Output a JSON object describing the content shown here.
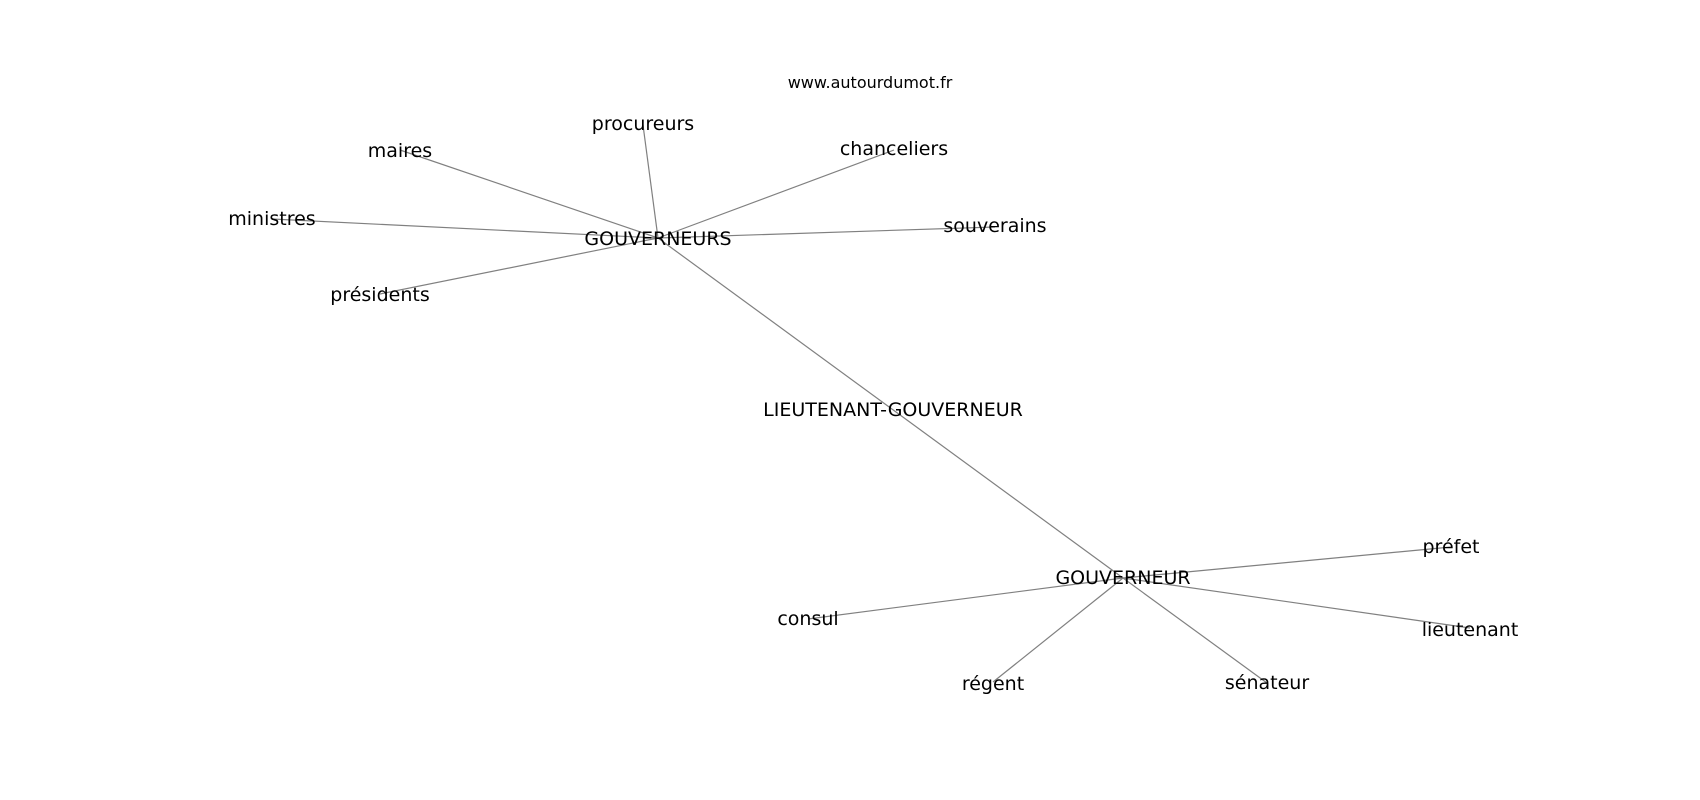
{
  "source": "www.autourdumot.fr",
  "nodes": [
    {
      "id": "gouverneurs",
      "label": "GOUVERNEURS"
    },
    {
      "id": "lieutenant_gouverneur",
      "label": "LIEUTENANT-GOUVERNEUR"
    },
    {
      "id": "gouverneur",
      "label": "GOUVERNEUR"
    },
    {
      "id": "procureurs",
      "label": "procureurs"
    },
    {
      "id": "maires",
      "label": "maires"
    },
    {
      "id": "chanceliers",
      "label": "chanceliers"
    },
    {
      "id": "ministres",
      "label": "ministres"
    },
    {
      "id": "souverains",
      "label": "souverains"
    },
    {
      "id": "presidents",
      "label": "présidents"
    },
    {
      "id": "prefet",
      "label": "préfet"
    },
    {
      "id": "consul",
      "label": "consul"
    },
    {
      "id": "lieutenant",
      "label": "lieutenant"
    },
    {
      "id": "regent",
      "label": "régent"
    },
    {
      "id": "senateur",
      "label": "sénateur"
    }
  ],
  "edges": [
    [
      "gouverneurs",
      "procureurs"
    ],
    [
      "gouverneurs",
      "maires"
    ],
    [
      "gouverneurs",
      "chanceliers"
    ],
    [
      "gouverneurs",
      "ministres"
    ],
    [
      "gouverneurs",
      "souverains"
    ],
    [
      "gouverneurs",
      "presidents"
    ],
    [
      "gouverneurs",
      "gouverneur"
    ],
    [
      "gouverneur",
      "prefet"
    ],
    [
      "gouverneur",
      "consul"
    ],
    [
      "gouverneur",
      "lieutenant"
    ],
    [
      "gouverneur",
      "regent"
    ],
    [
      "gouverneur",
      "senateur"
    ]
  ]
}
